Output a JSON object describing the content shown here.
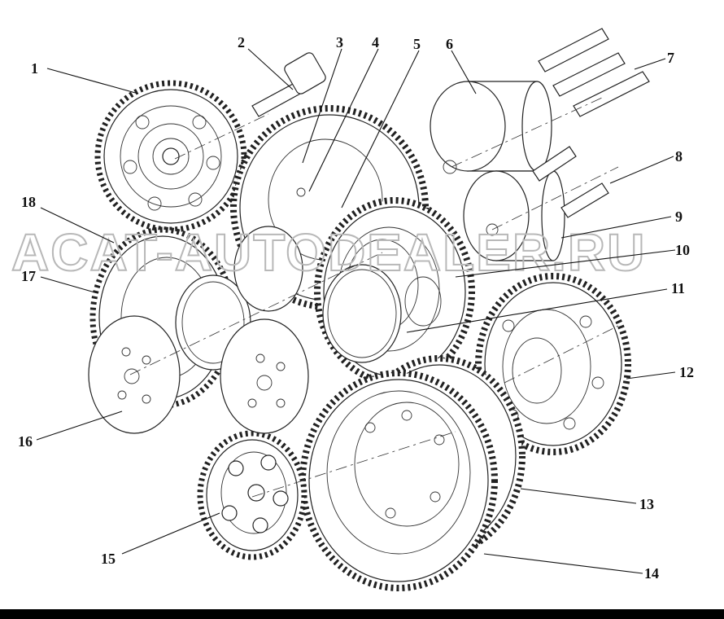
{
  "diagram": {
    "callouts": [
      {
        "id": "c1",
        "label": "1"
      },
      {
        "id": "c2",
        "label": "2"
      },
      {
        "id": "c3",
        "label": "3"
      },
      {
        "id": "c4",
        "label": "4"
      },
      {
        "id": "c5",
        "label": "5"
      },
      {
        "id": "c6",
        "label": "6"
      },
      {
        "id": "c7",
        "label": "7"
      },
      {
        "id": "c8",
        "label": "8"
      },
      {
        "id": "c9",
        "label": "9"
      },
      {
        "id": "c10",
        "label": "10"
      },
      {
        "id": "c11",
        "label": "11"
      },
      {
        "id": "c12",
        "label": "12"
      },
      {
        "id": "c13",
        "label": "13"
      },
      {
        "id": "c14",
        "label": "14"
      },
      {
        "id": "c15",
        "label": "15"
      },
      {
        "id": "c16",
        "label": "16"
      },
      {
        "id": "c17",
        "label": "17"
      },
      {
        "id": "c18",
        "label": "18"
      }
    ],
    "watermark": "ACAT-AUTODEALER.RU",
    "colors": {
      "ink": "#111111",
      "watermark": "#b8b8b8",
      "background": "#ffffff",
      "bottom_bar": "#000000"
    }
  }
}
